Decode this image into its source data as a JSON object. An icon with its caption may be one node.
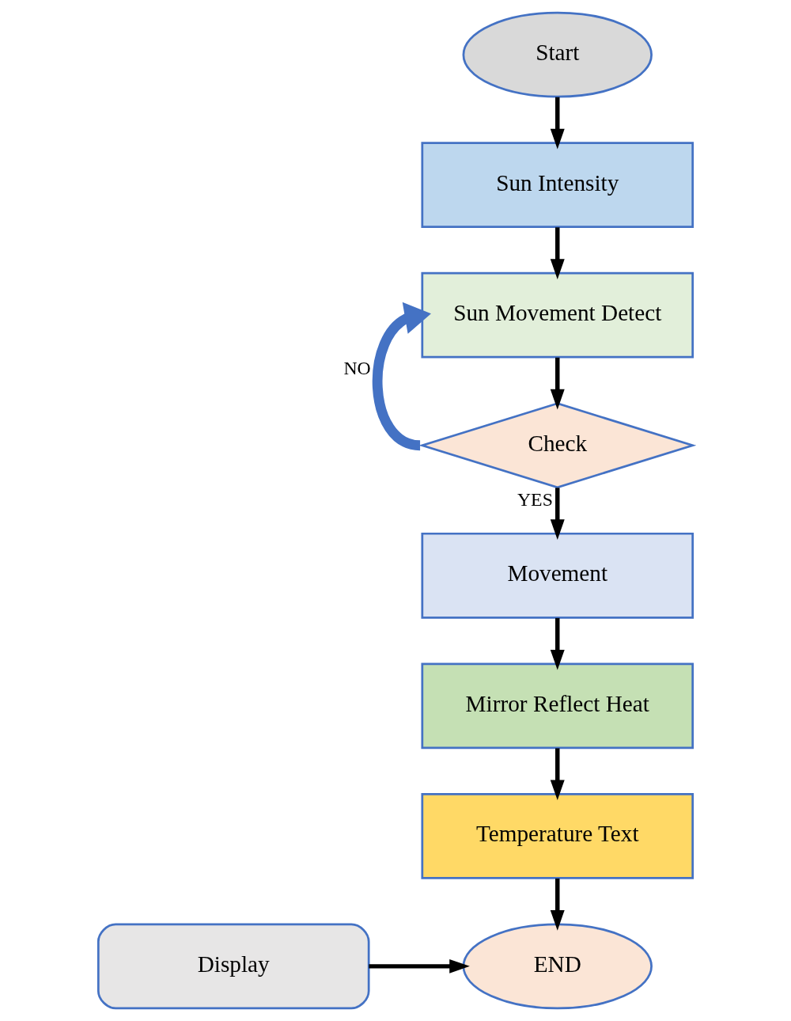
{
  "diagram": {
    "nodes": [
      {
        "text": [
          "Start"
        ]
      },
      {
        "text": [
          "Sun Intensity"
        ]
      },
      {
        "text": [
          "Sun Movement Detect"
        ]
      },
      {
        "text": [
          "Check"
        ]
      },
      {
        "text": [
          "Movement"
        ]
      },
      {
        "text": [
          "Mirror Reflect Heat"
        ]
      },
      {
        "text": [
          "Temperature Text"
        ]
      },
      {
        "text": [
          "END"
        ]
      },
      {
        "text": [
          "Display"
        ]
      }
    ],
    "edges": [
      {
        "from": 0,
        "to": 1,
        "arrow": "to"
      },
      {
        "from": 1,
        "to": 2,
        "arrow": "to"
      },
      {
        "from": 2,
        "to": 3,
        "arrow": "to"
      },
      {
        "from": 3,
        "to": 2,
        "arrow": "to",
        "label": "NO",
        "style": "thick",
        "color": "#4472c4"
      },
      {
        "from": 3,
        "to": 4,
        "arrow": "to",
        "label": "YES"
      },
      {
        "from": 4,
        "to": 5,
        "arrow": "to"
      },
      {
        "from": 5,
        "to": 6,
        "arrow": "to"
      },
      {
        "from": 6,
        "to": 7,
        "arrow": "to"
      },
      {
        "from": 8,
        "to": 7,
        "arrow": "to"
      }
    ]
  }
}
